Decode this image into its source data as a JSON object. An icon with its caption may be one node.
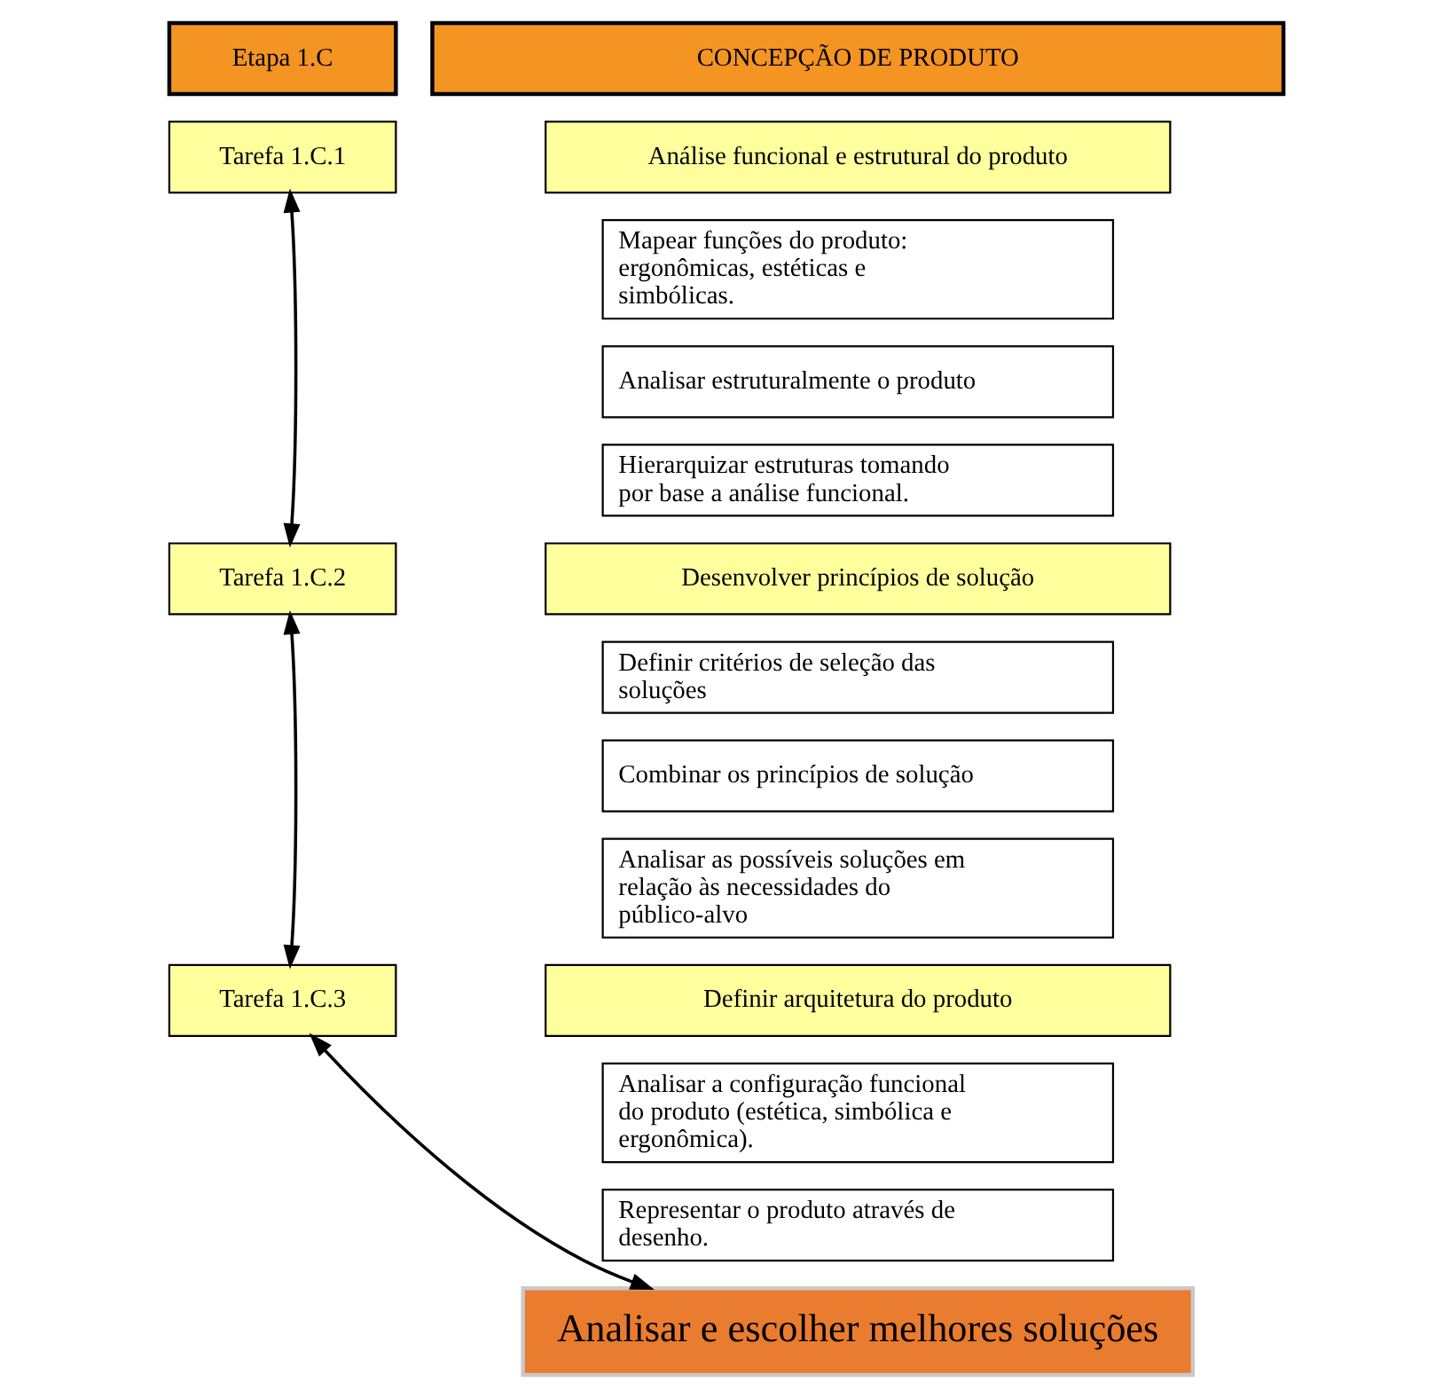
{
  "diagram": {
    "nodes": [
      {
        "text": [
          "Etapa 1.C"
        ]
      },
      {
        "text": [
          "CONCEPÇÃO DE PRODUTO"
        ]
      },
      {
        "text": [
          "Tarefa 1.C.1"
        ]
      },
      {
        "text": [
          "Análise funcional e estrutural do produto"
        ]
      },
      {
        "text": [
          "Mapear funções do produto: ergonômicas, estéticas e simbólicas."
        ]
      },
      {
        "text": [
          "Analisar estruturalmente o produto"
        ]
      },
      {
        "text": [
          "Hierarquizar estruturas tomando por base a análise funcional."
        ]
      },
      {
        "text": [
          "Tarefa 1.C.2"
        ]
      },
      {
        "text": [
          "Desenvolver princípios de solução"
        ]
      },
      {
        "text": [
          "Definir critérios de seleção das soluções"
        ]
      },
      {
        "text": [
          "Combinar os princípios de solução"
        ]
      },
      {
        "text": [
          "Analisar as possíveis soluções em relação às necessidades do público-alvo"
        ]
      },
      {
        "text": [
          "Tarefa 1.C.3"
        ]
      },
      {
        "text": [
          "Definir arquitetura do produto"
        ]
      },
      {
        "text": [
          "Analisar a configuração funcional do produto (estética, simbólica e ergonômica)."
        ]
      },
      {
        "text": [
          "Representar o produto através de desenho."
        ]
      },
      {
        "text": [
          "Analisar e escolher melhores soluções"
        ]
      }
    ],
    "edges": [
      {
        "from": 2,
        "to": 7,
        "arrow": "both"
      },
      {
        "from": 7,
        "to": 12,
        "arrow": "both"
      },
      {
        "from": 12,
        "to": 16,
        "arrow": "both"
      }
    ]
  }
}
